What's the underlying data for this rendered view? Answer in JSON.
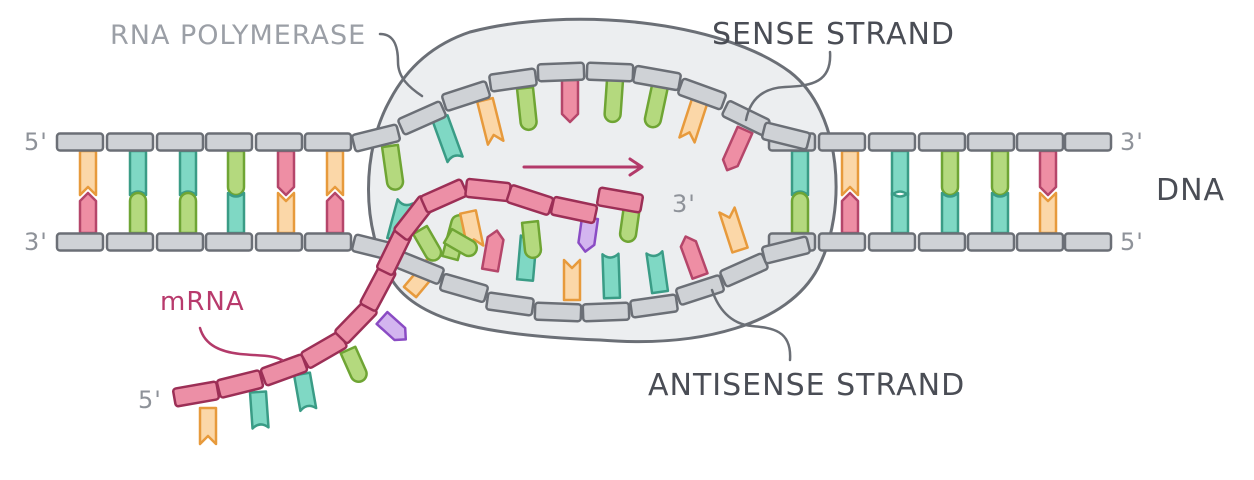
{
  "labels": {
    "rna_polymerase": "RNA POLYMERASE",
    "sense_strand": "SENSE STRAND",
    "antisense_strand": "ANTISENSE STRAND",
    "dna": "DNA",
    "mrna": "mRNA",
    "top_left_end": "5'",
    "bottom_left_end": "3'",
    "top_right_end": "3'",
    "bottom_right_end": "5'",
    "mrna_growing_end": "3'",
    "mrna_start_end": "5'"
  },
  "base_colors": {
    "pink": "#ee8ea4",
    "orange": "#fbd7a8",
    "teal": "#7fd8c4",
    "green": "#b4d97e",
    "purple": "#d3b5ef"
  },
  "colors": {
    "backbone": "#cfd2d6",
    "mrna_backbone": "#ec8fa6",
    "enzyme": "#eceef0",
    "arrow": "#b33a6a"
  }
}
